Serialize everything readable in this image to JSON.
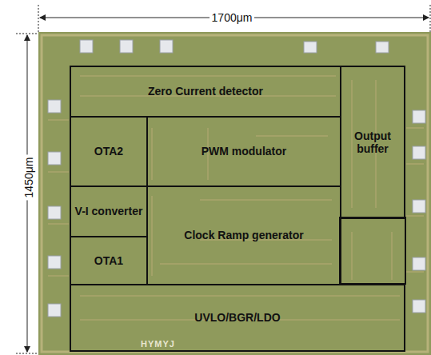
{
  "diagram": {
    "nodes": [
      {
        "text": [
          "Zero Current detector"
        ]
      },
      {
        "text": [
          "OTA2"
        ]
      },
      {
        "text": [
          "PWM modulator"
        ]
      },
      {
        "text": [
          "Output buffer"
        ]
      },
      {
        "text": [
          "V-I converter"
        ]
      },
      {
        "text": [
          "Clock Ramp generator"
        ]
      },
      {
        "text": [
          "OTA1"
        ]
      },
      {
        "text": [
          "UVLO/BGR/LDO"
        ]
      }
    ],
    "labels": [
      "1700μm",
      "1450μm",
      "HYMYJ"
    ]
  }
}
